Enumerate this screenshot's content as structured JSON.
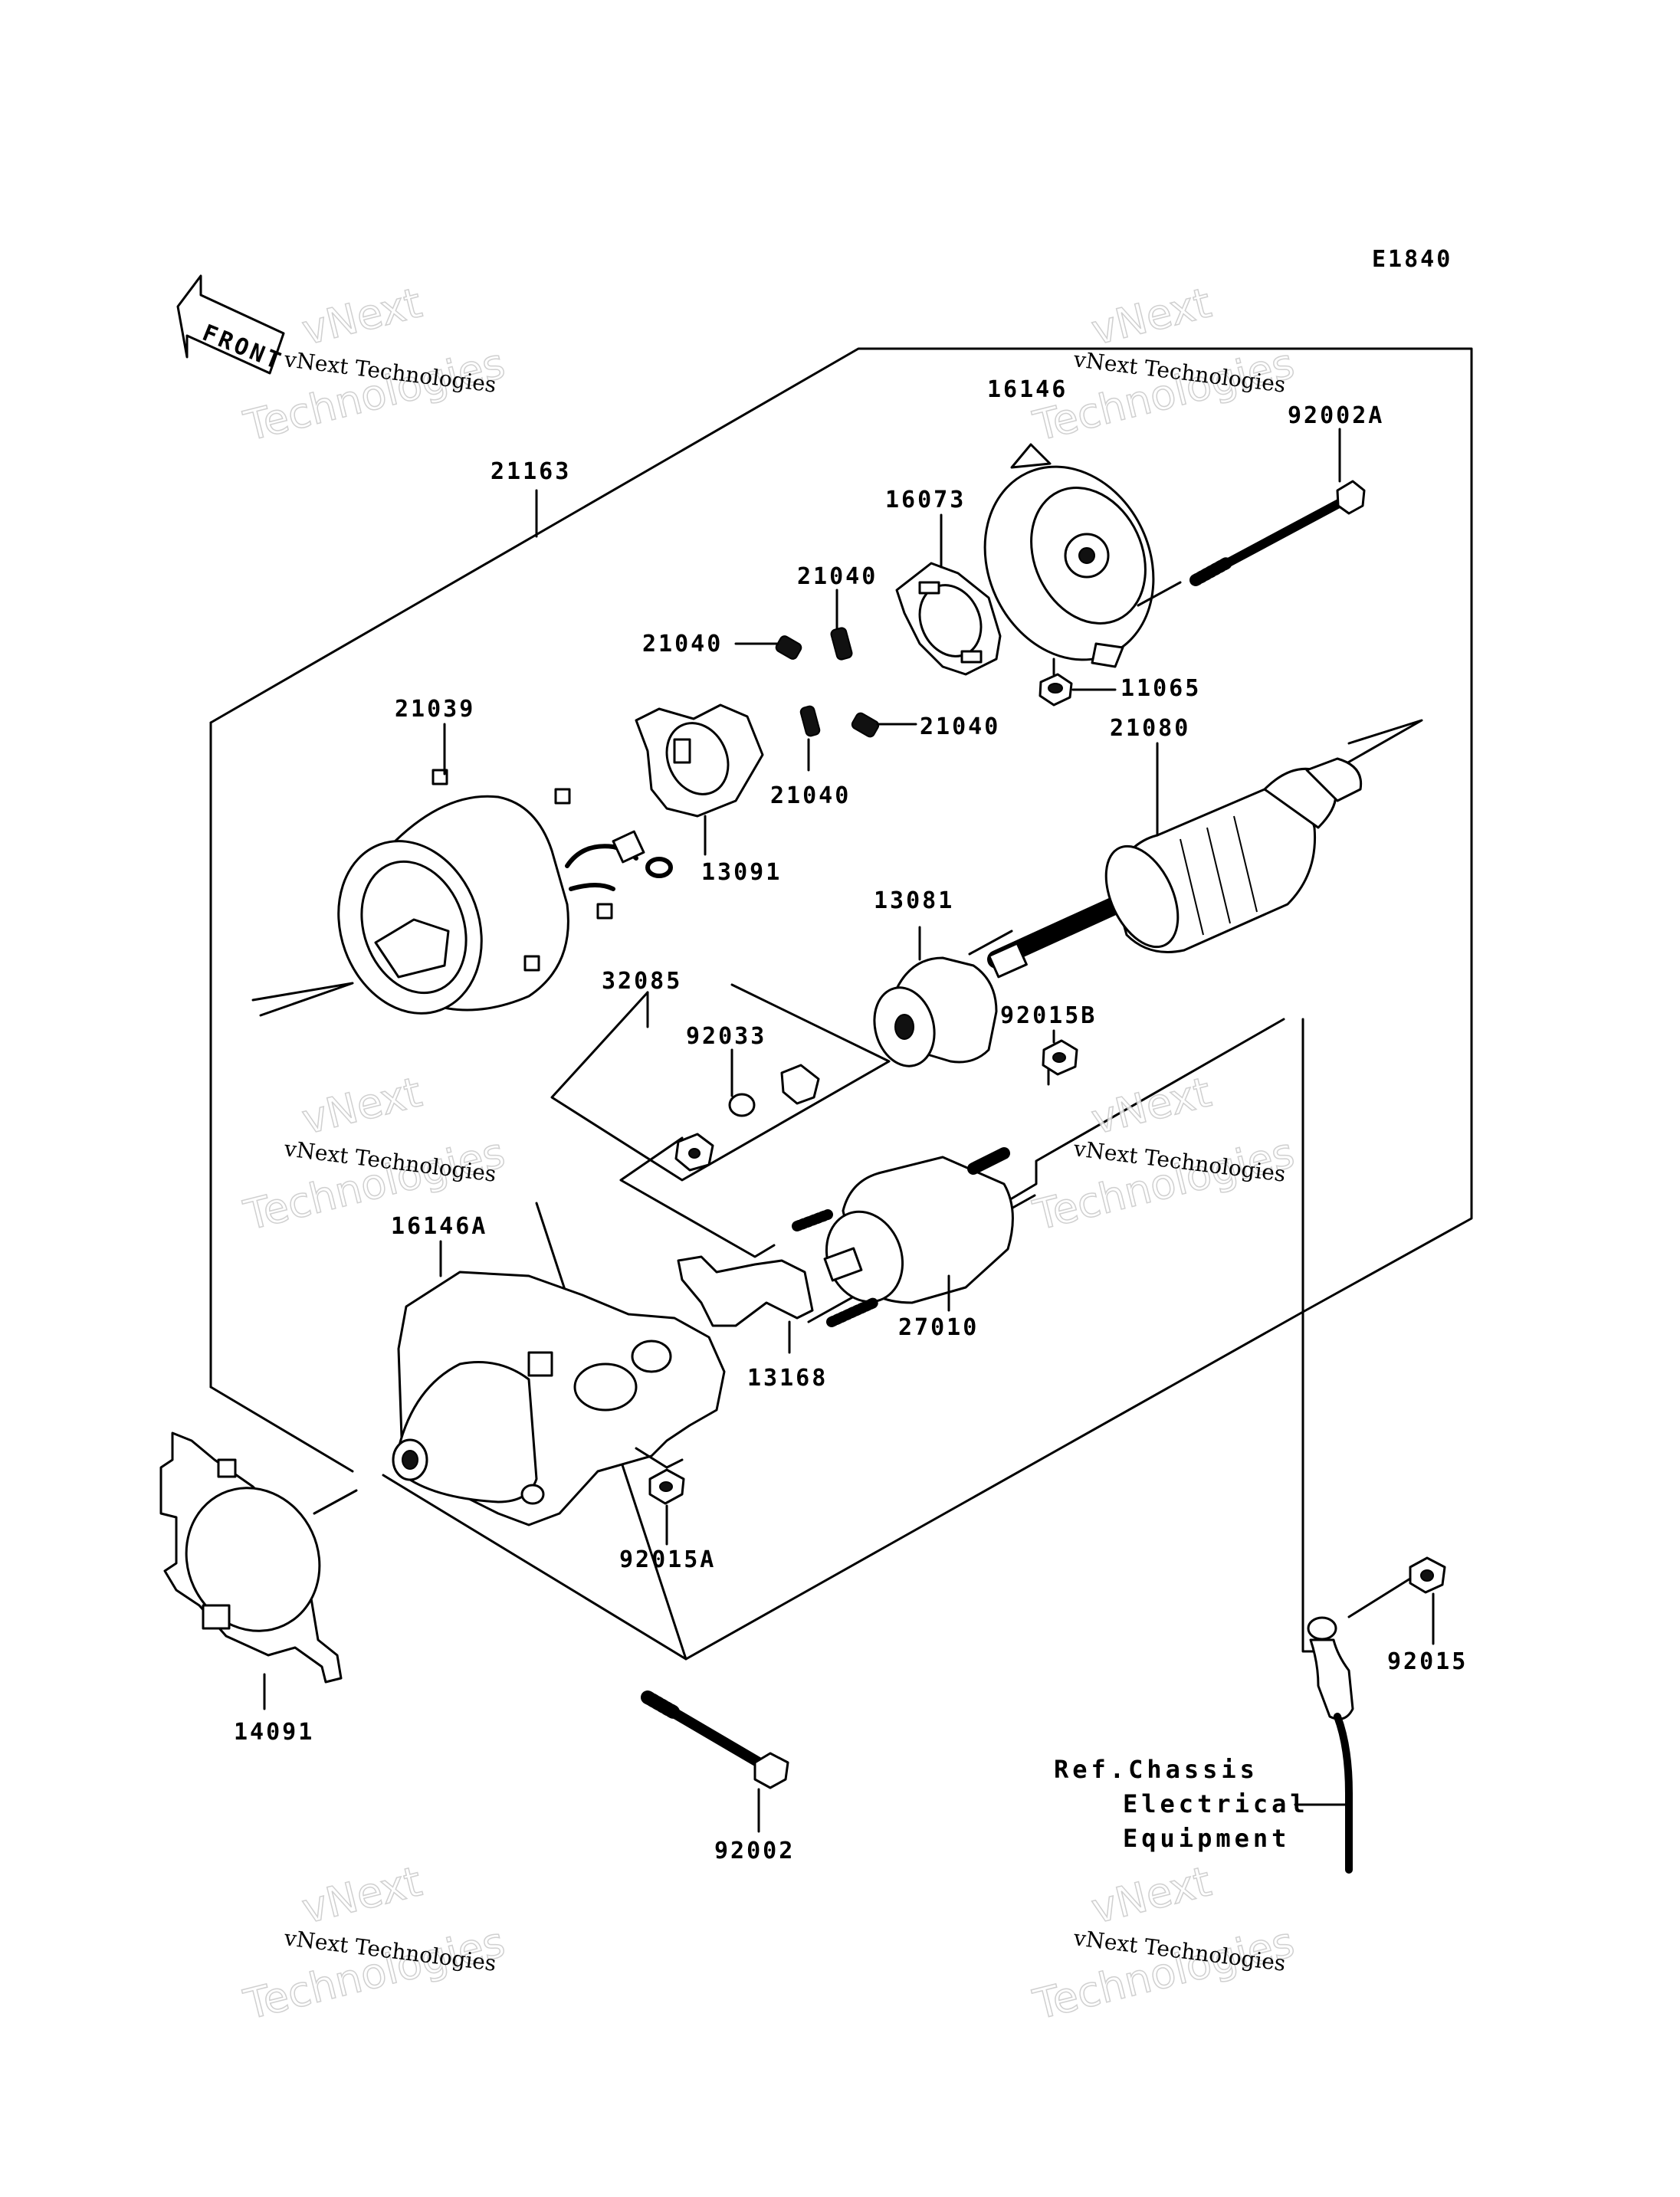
{
  "diagram_code": "E1840",
  "front_label": "FRONT",
  "watermark": {
    "small": "vNext Technologies",
    "big1": "vNext",
    "big2": "Technologies"
  },
  "parts": {
    "p21163": "21163",
    "p16146": "16146",
    "p92002A": "92002A",
    "p16073": "16073",
    "p21040a": "21040",
    "p21040b": "21040",
    "p21040c": "21040",
    "p21040d": "21040",
    "p11065": "11065",
    "p21039": "21039",
    "p13091": "13091",
    "p21080": "21080",
    "p13081": "13081",
    "p32085": "32085",
    "p92033": "92033",
    "p92015B": "92015B",
    "p16146A": "16146A",
    "p27010": "27010",
    "p13168": "13168",
    "p92015A": "92015A",
    "p14091": "14091",
    "p92015": "92015",
    "p92002": "92002"
  },
  "reference": {
    "line1": "Ref.Chassis",
    "line2": "Electrical",
    "line3": "Equipment"
  }
}
